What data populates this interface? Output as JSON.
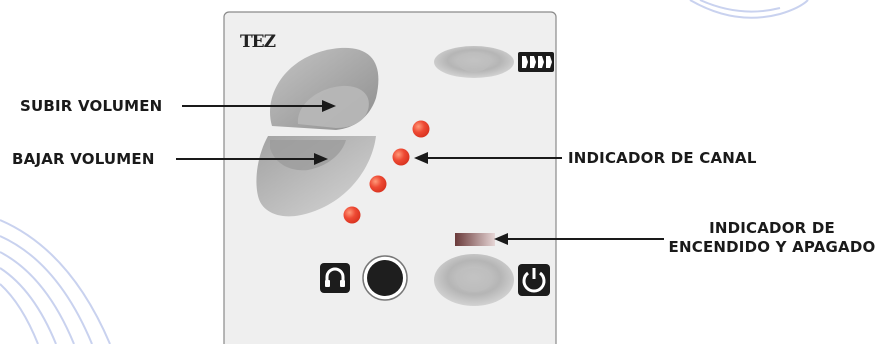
{
  "brand": "TEZ",
  "labels": {
    "volume_up": "SUBIR VOLUMEN",
    "volume_down": "BAJAR VOLUMEN",
    "channel_indicator": "INDICADOR DE CANAL",
    "power_indicator_line1": "INDICADOR DE",
    "power_indicator_line2": "ENCENDIDO Y APAGADO"
  },
  "icons": {
    "channel_button_icon": "audio-channels-icon",
    "headphone_icon": "headphones-icon",
    "power_icon": "power-icon"
  },
  "colors": {
    "panel": "#efefef",
    "led": "#e23a2a",
    "background_rings": "#c9d2ef"
  }
}
